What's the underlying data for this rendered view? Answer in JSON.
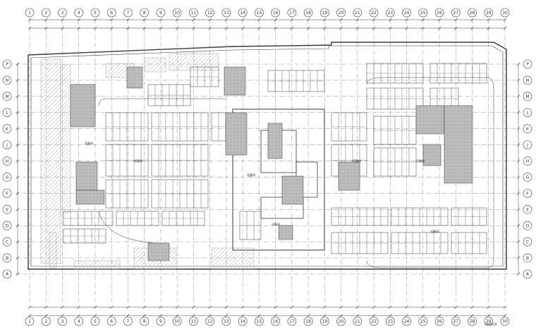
{
  "diagram": {
    "colors": {
      "line": "#3a3a3a",
      "grid": "#8a8a8a",
      "hatch": "#9a9a9a",
      "background": "#ffffff"
    },
    "column_axes": [
      "1",
      "2",
      "3",
      "4",
      "5",
      "6",
      "7",
      "8",
      "9",
      "10",
      "11",
      "12",
      "13",
      "14",
      "15",
      "16",
      "17",
      "18",
      "19",
      "20",
      "21",
      "22",
      "23",
      "24",
      "25",
      "26",
      "27",
      "28",
      "29",
      "30"
    ],
    "row_axes": [
      "P",
      "N",
      "M",
      "L",
      "K",
      "J",
      "H",
      "G",
      "F",
      "E",
      "D",
      "C",
      "B",
      "A"
    ],
    "room_labels": [
      "设备间",
      "设备间",
      "设备间",
      "设备间",
      "设备间",
      "设备间",
      "设备间"
    ],
    "corner_label": "PM0519"
  }
}
